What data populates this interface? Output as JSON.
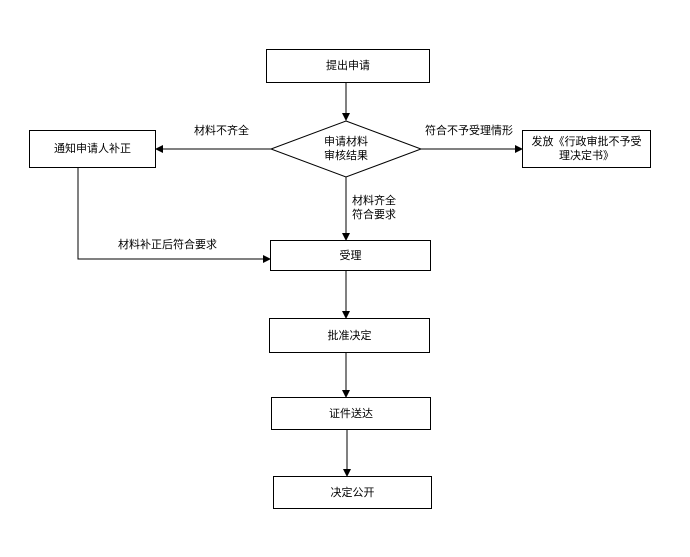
{
  "flowchart": {
    "nodes": {
      "submit": "提出申请",
      "review_line1": "申请材料",
      "review_line2": "审核结果",
      "notify": "通知申请人补正",
      "reject_line1": "发放《行政审批不予受",
      "reject_line2": "理决定书》",
      "accept": "受理",
      "approve": "批准决定",
      "deliver": "证件送达",
      "publish": "决定公开"
    },
    "edges": {
      "incomplete": "材料不齐全",
      "not_accepted": "符合不予受理情形",
      "complete_line1": "材料齐全",
      "complete_line2": "符合要求",
      "corrected": "材料补正后符合要求"
    }
  }
}
